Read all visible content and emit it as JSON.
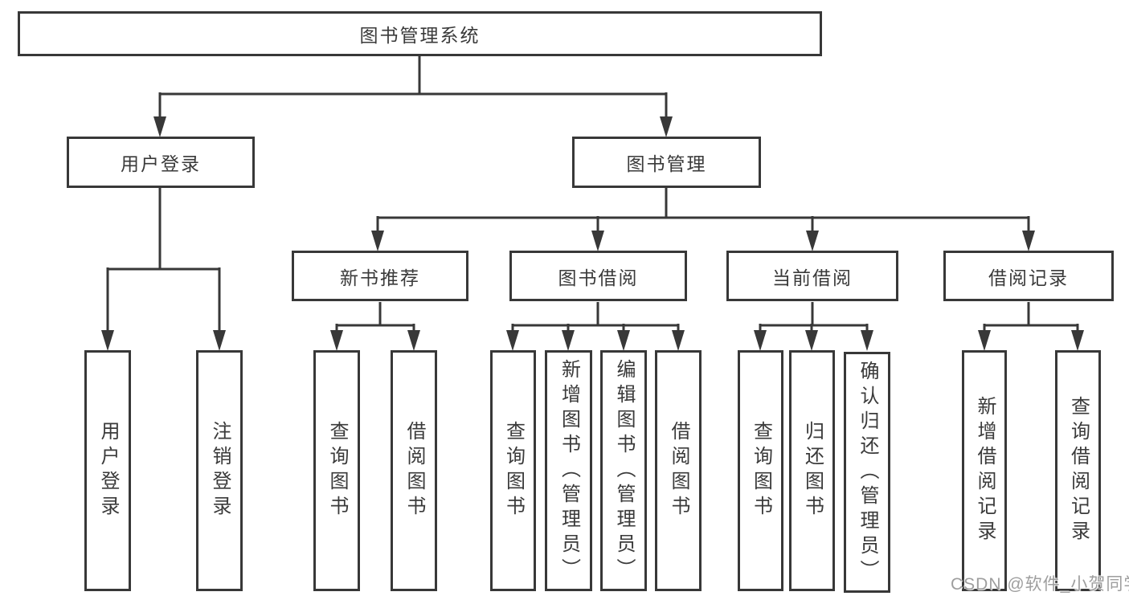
{
  "colors": {
    "line": "#383838",
    "box_border": "#383838",
    "text": "#3a3a3a",
    "watermark": "#9e9e9e",
    "background": "#ffffff"
  },
  "watermark": "CSDN @软件_小贺同学",
  "tree": {
    "label": "图书管理系统",
    "children": [
      {
        "label": "用户登录",
        "children": [
          {
            "label": "用户登录"
          },
          {
            "label": "注销登录"
          }
        ]
      },
      {
        "label": "图书管理",
        "children": [
          {
            "label": "新书推荐",
            "children": [
              {
                "label": "查询图书"
              },
              {
                "label": "借阅图书"
              }
            ]
          },
          {
            "label": "图书借阅",
            "children": [
              {
                "label": "查询图书"
              },
              {
                "label": "新增图书（管理员）"
              },
              {
                "label": "编辑图书（管理员）"
              },
              {
                "label": "借阅图书"
              }
            ]
          },
          {
            "label": "当前借阅",
            "children": [
              {
                "label": "查询图书"
              },
              {
                "label": "归还图书"
              },
              {
                "label": "确认归还（管理员）"
              }
            ]
          },
          {
            "label": "借阅记录",
            "children": [
              {
                "label": "新增借阅记录"
              },
              {
                "label": "查询借阅记录"
              }
            ]
          }
        ]
      }
    ]
  }
}
